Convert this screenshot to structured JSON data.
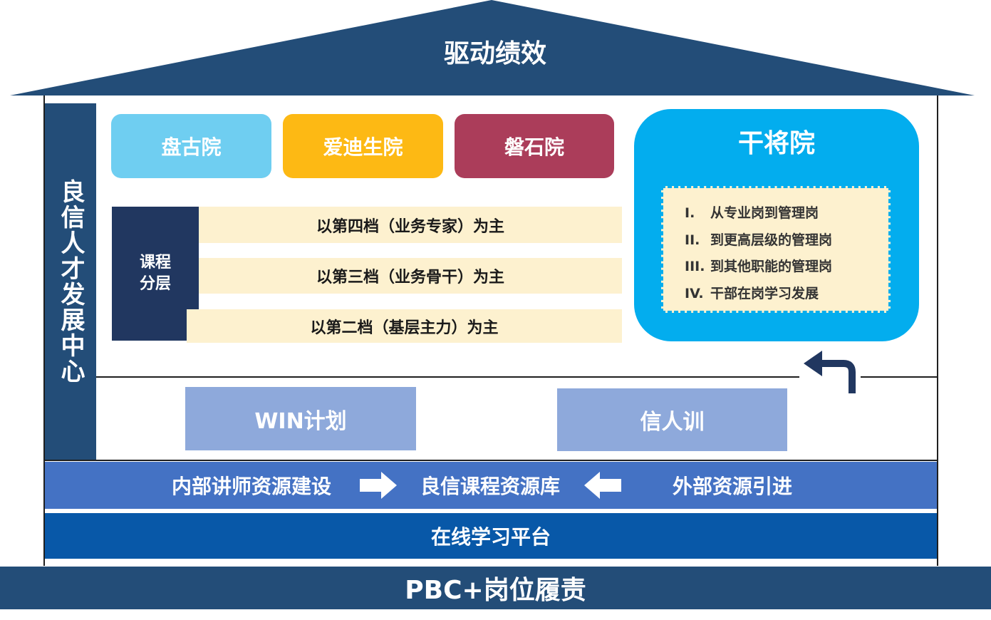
{
  "roof": {
    "title": "驱动绩效"
  },
  "side": {
    "label": "良信人才发展中心"
  },
  "academies": [
    {
      "name": "盘古院",
      "color": "#6fcef1"
    },
    {
      "name": "爱迪生院",
      "color": "#fdb914"
    },
    {
      "name": "磐石院",
      "color": "#ab3d5a"
    }
  ],
  "curriculum": {
    "label_line1": "课程",
    "label_line2": "分层",
    "tiers": [
      "以第四档（业务专家）为主",
      "以第三档（业务骨干）为主",
      "以第二档（基层主力）为主"
    ]
  },
  "ganjiang": {
    "title": "干将院",
    "items": [
      {
        "num": "I.",
        "text": "从专业岗到管理岗"
      },
      {
        "num": "II.",
        "text": "到更高层级的管理岗"
      },
      {
        "num": "III.",
        "text": "到其他职能的管理岗"
      },
      {
        "num": "IV.",
        "text": "干部在岗学习发展"
      }
    ]
  },
  "programs": {
    "win": "WIN计划",
    "xinren": "信人训"
  },
  "resources": {
    "internal": "内部讲师资源建设",
    "library": "良信课程资源库",
    "external": "外部资源引进"
  },
  "platform": "在线学习平台",
  "foundation": "PBC+岗位履责",
  "colors": {
    "navy": "#234d78",
    "sky": "#6fcef1",
    "gold": "#fdb914",
    "wine": "#ab3d5a",
    "cyan": "#03adee",
    "cream": "#fdf1cf",
    "periwinkle": "#8ea9db",
    "royal": "#4472c4",
    "deep_blue": "#0858a8"
  }
}
